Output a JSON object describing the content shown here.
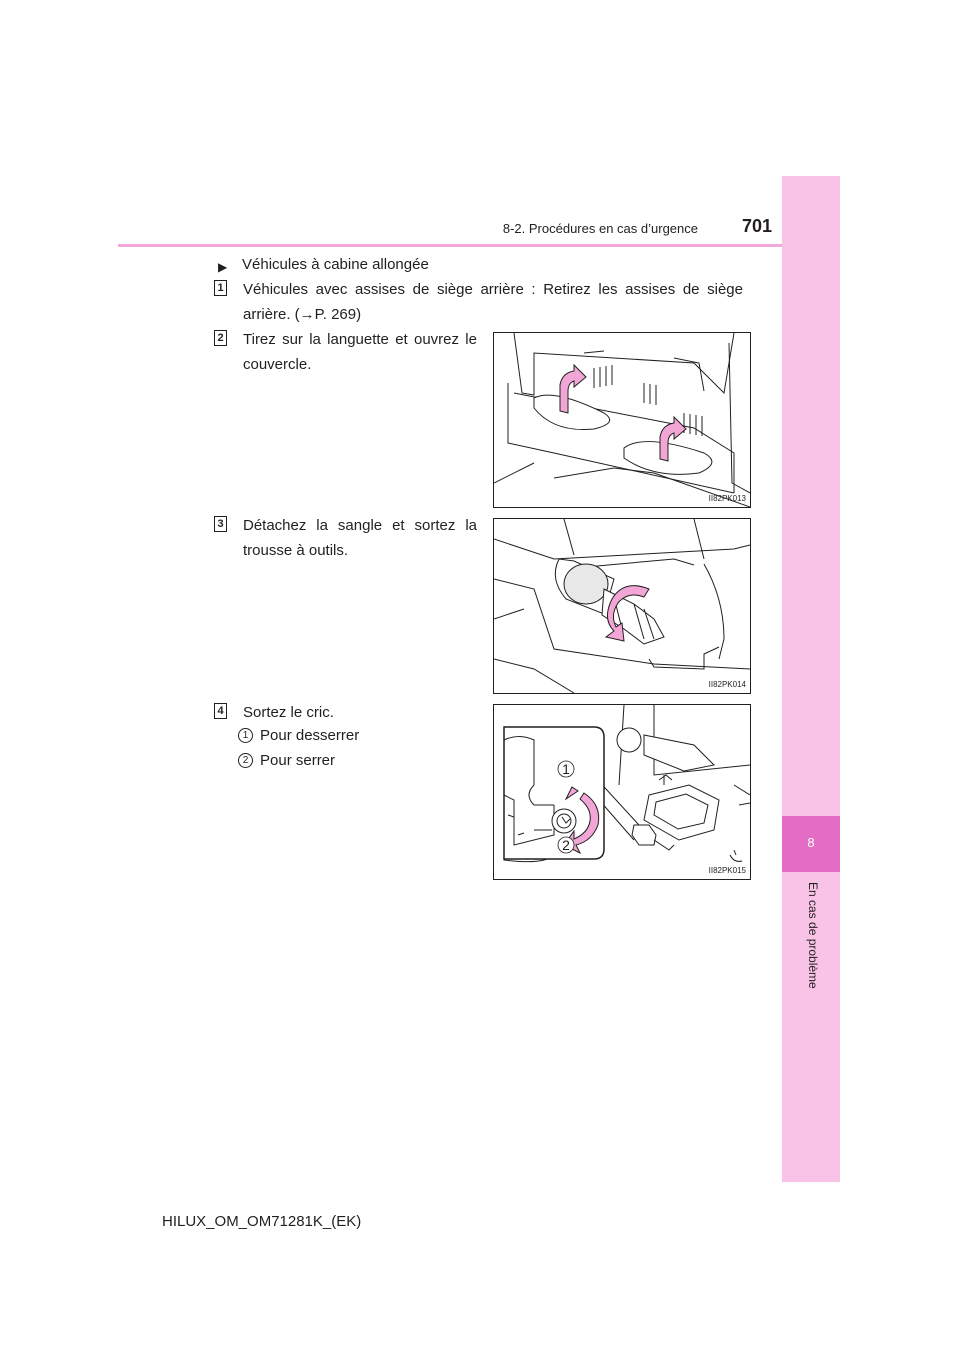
{
  "header": {
    "section": "8-2. Procédures en cas d’urgence",
    "page_number": "701"
  },
  "side_tab": {
    "chapter_number": "8",
    "chapter_title": "En cas de problème"
  },
  "content": {
    "heading_marker": "▶",
    "heading": "Véhicules à cabine allongée",
    "steps": [
      {
        "number": "1",
        "lines": [
          "Véhicules avec assises de siège arrière : Retirez les assises de siège",
          "arrière. (→P. 269)"
        ]
      },
      {
        "number": "2",
        "lines": [
          "Tirez sur la languette et ouvrez le",
          "couvercle."
        ]
      },
      {
        "number": "3",
        "lines": [
          "Détachez la sangle et sortez la",
          "trousse à outils."
        ]
      },
      {
        "number": "4",
        "lines": [
          "Sortez le cric."
        ]
      }
    ],
    "substeps": [
      {
        "number": "1",
        "label": "Pour desserrer"
      },
      {
        "number": "2",
        "label": "Pour serrer"
      }
    ]
  },
  "figures": [
    {
      "code": "II82PK013"
    },
    {
      "code": "II82PK014"
    },
    {
      "code": "II82PK015",
      "callouts": [
        "1",
        "2"
      ]
    }
  ],
  "footer": {
    "doc_id": "HILUX_OM_OM71281K_(EK)"
  },
  "colors": {
    "accent_pink": "#f9c3e8",
    "tab_dark": "#e36cc4",
    "arrow_pink": "#f2a6d6"
  }
}
